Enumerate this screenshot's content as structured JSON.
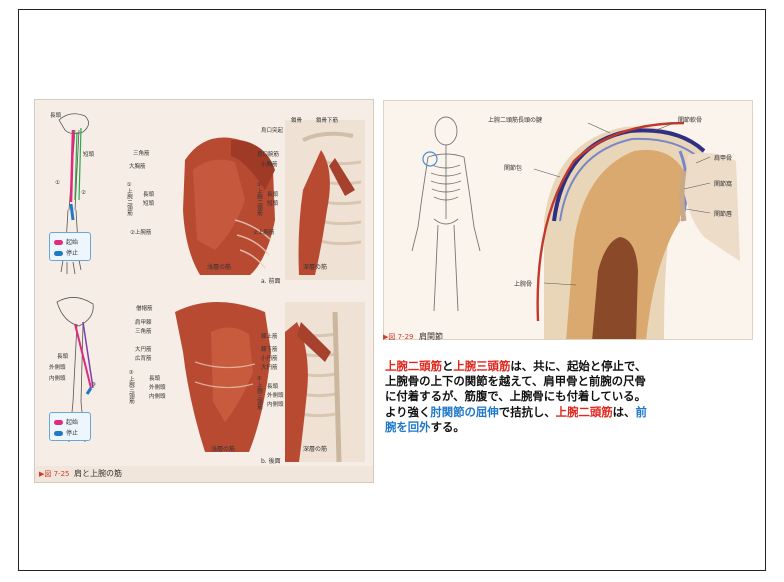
{
  "left_figure": {
    "caption_prefix": "▶図 7-25",
    "caption": "肩と上腕の筋",
    "panel_a": {
      "label": "a. 前面",
      "sub_left": "浅層の筋",
      "sub_right": "深層の筋",
      "arm_labels": [
        "長頭",
        "短頭"
      ],
      "arm_markers": [
        "①",
        "②"
      ],
      "left_labels": [
        "三角筋",
        "大胸筋",
        "①上腕二頭筋",
        "長頭",
        "短頭",
        "②上腕筋"
      ],
      "right_labels": [
        "鎖骨",
        "鎖骨下筋",
        "烏口突起",
        "烏口腕筋",
        "小胸筋",
        "①上腕二頭筋",
        "長頭",
        "短頭",
        "②上腕筋"
      ]
    },
    "panel_b": {
      "label": "b. 後面",
      "sub_left": "浅層の筋",
      "sub_right": "深層の筋",
      "arm_labels": [
        "長頭",
        "外側頭",
        "内側頭"
      ],
      "arm_markers": [
        "③"
      ],
      "left_labels": [
        "僧帽筋",
        "肩甲棘",
        "三角筋",
        "大円筋",
        "広背筋",
        "③上腕三頭筋",
        "長頭",
        "外側頭",
        "内側頭"
      ],
      "right_labels": [
        "棘上筋",
        "棘下筋",
        "小円筋",
        "大円筋",
        "③上腕三頭筋",
        "長頭",
        "外側頭",
        "内側頭"
      ]
    },
    "legend": {
      "origin": "起始",
      "insertion": "停止"
    }
  },
  "right_figure": {
    "caption_prefix": "▶図 7-29",
    "caption": "肩関節",
    "labels": {
      "tendon": "上腕二頭筋長頭の腱",
      "cartilage": "関節軟骨",
      "capsule": "関節包",
      "scapula": "肩甲骨",
      "fossa": "関節窩",
      "labrum": "関節唇",
      "humerus": "上腕骨"
    }
  },
  "body_text": {
    "l1_a": "上腕二頭筋",
    "l1_b": "と",
    "l1_c": "上腕三頭筋",
    "l1_d": "は、共に、起始と停止で、",
    "l2": "上腕骨の上下の関節を越えて、肩甲骨と前腕の尺骨",
    "l3": "に付着するが、筋腹で、上腕骨にも付着している。",
    "l4_a": "より強く",
    "l4_b": "肘関節の屈伸",
    "l4_c": "で拮抗し、",
    "l4_d": "上腕二頭筋",
    "l4_e": "は、",
    "l4_f": "前",
    "l5_a": "腕を回外",
    "l5_b": "する。"
  },
  "colors": {
    "emphasis_red": "#e0261d",
    "emphasis_blue": "#1f78c8",
    "muscle": "#b84a32",
    "bone": "#e8d9c4"
  }
}
